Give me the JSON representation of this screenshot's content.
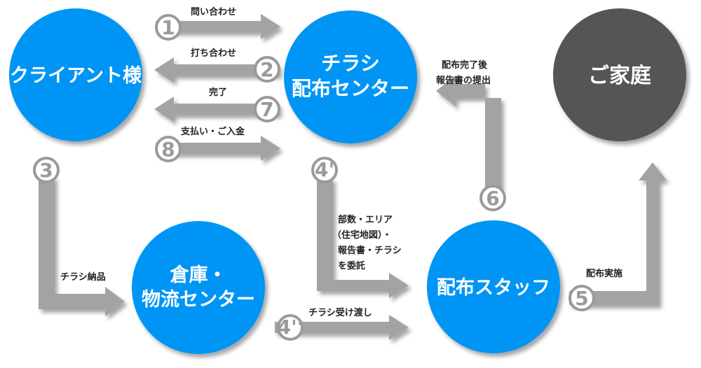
{
  "colors": {
    "node_blue": "#0095f5",
    "node_gray": "#555555",
    "arrow_gray": "#a3a3a3",
    "text": "#222222"
  },
  "nodes": {
    "client": "クライアント様",
    "center_line1": "チラシ",
    "center_line2": "配布センター",
    "home": "ご家庭",
    "warehouse_line1": "倉庫・",
    "warehouse_line2": "物流センター",
    "staff": "配布スタッフ"
  },
  "steps": {
    "s1": {
      "num": "1",
      "label": "問い合わせ"
    },
    "s2": {
      "num": "2",
      "label": "打ち合わせ"
    },
    "s7": {
      "num": "7",
      "label": "完了"
    },
    "s8": {
      "num": "8",
      "label": "支払い・ご入金"
    },
    "s3": {
      "num": "3",
      "label": "チラシ納品"
    },
    "s4a": {
      "num": "4'",
      "label_lines": [
        "部数・エリア",
        "（住宅地図）・",
        "報告書・チラシ",
        "を委託"
      ]
    },
    "s4b": {
      "num": "4''",
      "label": "チラシ受け渡し"
    },
    "s6": {
      "num": "6",
      "label_lines": [
        "配布完了後",
        "報告書の提出"
      ]
    },
    "s5": {
      "num": "5",
      "label": "配布実施"
    }
  }
}
